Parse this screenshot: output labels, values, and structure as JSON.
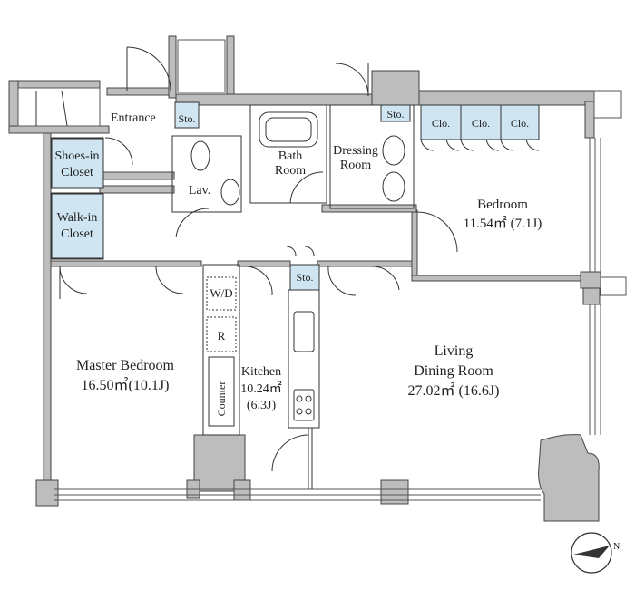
{
  "rooms": {
    "entrance": "Entrance",
    "storage_entrance": "Sto.",
    "shoes_in_closet": [
      "Shoes-in",
      "Closet"
    ],
    "walk_in_closet": [
      "Walk-in",
      "Closet"
    ],
    "lavatory": "Lav.",
    "bath_room": [
      "Bath",
      "Room"
    ],
    "dressing_room": [
      "Dressing",
      "Room"
    ],
    "storage_dressing": "Sto.",
    "closets": [
      "Clo.",
      "Clo.",
      "Clo."
    ],
    "bedroom": {
      "name": "Bedroom",
      "area": "11.54㎡ (7.1J)"
    },
    "master_bedroom": {
      "name": "Master Bedroom",
      "area": "16.50㎡(10.1J)"
    },
    "washer_dryer": "W/D",
    "refrigerator": "R",
    "counter": "Counter",
    "kitchen": {
      "name": "Kitchen",
      "area": "10.24㎡",
      "jo": "(6.3J)"
    },
    "storage_hall": "Sto.",
    "living": {
      "name1": "Living",
      "name2": "Dining Room",
      "area": "27.02㎡ (16.6J)"
    }
  },
  "compass": {
    "north": "N"
  },
  "colors": {
    "wall": "#bdbdbd",
    "closet_fill": "#cfe6f2",
    "line": "#333333",
    "text": "#222222"
  }
}
